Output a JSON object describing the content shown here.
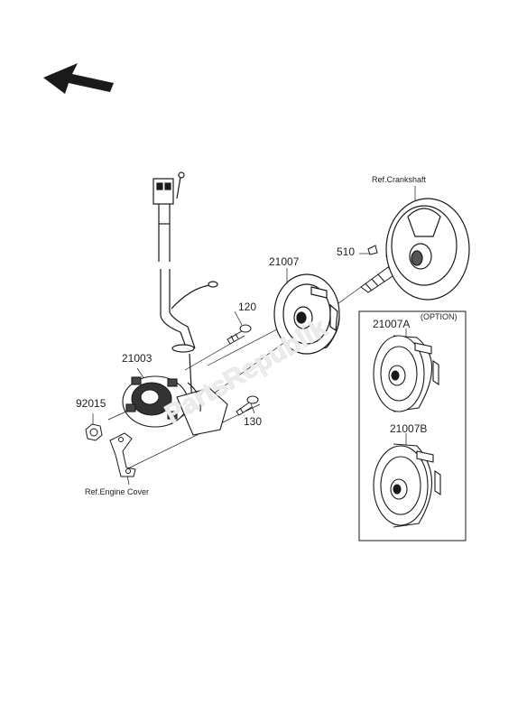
{
  "diagram": {
    "parts": {
      "p21007": "21007",
      "p21003": "21003",
      "p92015": "92015",
      "p120": "120",
      "p130": "130",
      "p510": "510",
      "p21007A": "21007A",
      "p21007B": "21007B"
    },
    "refs": {
      "crankshaft": "Ref.Crankshaft",
      "engine_cover": "Ref.Engine Cover"
    },
    "option_label": "(OPTION)",
    "watermark": "PartsRepublik",
    "colors": {
      "line": "#1a1a1a",
      "watermark": "#e6e6e6"
    }
  }
}
